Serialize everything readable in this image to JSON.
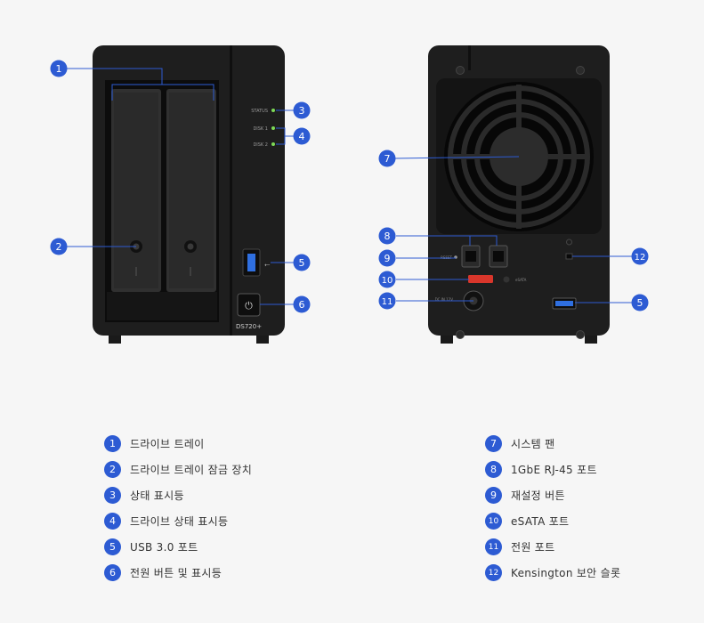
{
  "model_label": "DS720+",
  "front_indicators": {
    "status": "STATUS",
    "disk1": "DISK 1",
    "disk2": "DISK 2"
  },
  "back_labels": {
    "reset": "RESET",
    "esata": "eSATA",
    "dcin": "DC IN 12V"
  },
  "colors": {
    "accent": "#2d5bd3",
    "chassis": "#1e1e1e",
    "led": "#7ed957",
    "esata": "#d9362b",
    "usb": "#2f6fe0"
  },
  "callouts": [
    "1",
    "2",
    "3",
    "4",
    "5",
    "6",
    "7",
    "8",
    "9",
    "10",
    "11",
    "12",
    "5"
  ],
  "legend": {
    "left": [
      {
        "num": "1",
        "text": "드라이브 트레이"
      },
      {
        "num": "2",
        "text": "드라이브 트레이 잠금 장치"
      },
      {
        "num": "3",
        "text": "상태 표시등"
      },
      {
        "num": "4",
        "text": "드라이브 상태 표시등"
      },
      {
        "num": "5",
        "text": "USB 3.0 포트"
      },
      {
        "num": "6",
        "text": "전원 버튼 및 표시등"
      }
    ],
    "right": [
      {
        "num": "7",
        "text": "시스템 팬"
      },
      {
        "num": "8",
        "text": "1GbE RJ-45 포트"
      },
      {
        "num": "9",
        "text": "재설정 버튼"
      },
      {
        "num": "10",
        "text": "eSATA 포트"
      },
      {
        "num": "11",
        "text": "전원 포트"
      },
      {
        "num": "12",
        "text": "Kensington 보안 슬롯"
      }
    ]
  }
}
